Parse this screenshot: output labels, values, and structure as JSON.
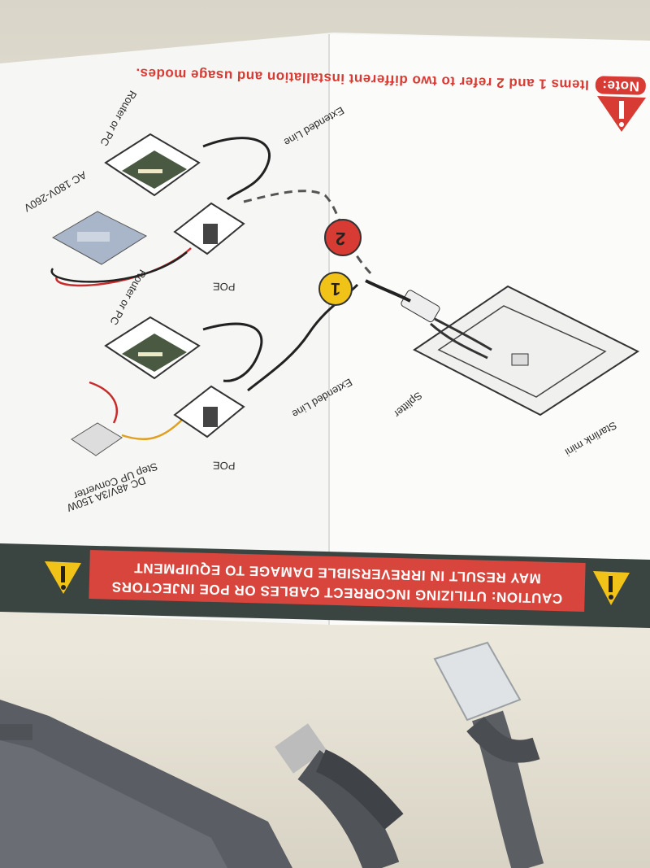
{
  "note": {
    "tag": "Note:",
    "text": "Items 1 and 2 refer to two different installation and usage modes."
  },
  "caution": {
    "line1": "CAUTION: UTILIZING INCORRECT CABLES OR POE INJECTORS",
    "line2": "MAY RESULT IN IRREVERSIBLE DAMAGE TO EQUIPMENT"
  },
  "labels": {
    "router_top": "Router or PC",
    "ac": "AC 180V-260V",
    "poe_top": "POE",
    "extended_top": "Extended Line",
    "router_bottom": "Router or PC",
    "poe_bottom": "POE",
    "dc": "DC 48V/3A 150W",
    "stepup": "Step UP Converter",
    "extended_bottom": "Extended Line",
    "splitter": "Splitter",
    "starlink": "Starlink mini"
  },
  "markers": {
    "one": "1",
    "two": "2"
  },
  "colors": {
    "red": "#d83b34",
    "dark": "#2f3a36",
    "yellow": "#f1c318",
    "paper": "#f7f7f5"
  }
}
